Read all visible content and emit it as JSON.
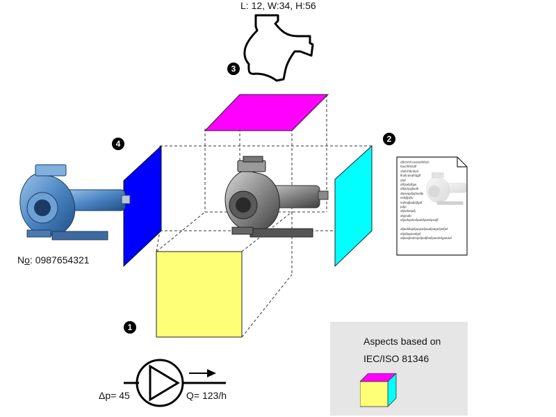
{
  "dimensions_label": "L: 12, W:34, H:56",
  "markers": {
    "one": "1",
    "two": "2",
    "three": "3",
    "four": "4"
  },
  "product_number": {
    "prefix": "N",
    "prefix_underlined": "o",
    "value": ": 0987654321"
  },
  "flow_labels": {
    "pressure": "Δp= 45",
    "flow": "Q= 123/h"
  },
  "aspects_box": {
    "line1": "Aspects based on",
    "line2": "IEC/ISO 81346"
  },
  "document_lines": [
    "dfhOOFHnshsfhfhdl",
    "fsacfhfshdlf",
    "ofafchfknfsaf",
    "fkiafcdsafsfgjff",
    "afaf",
    "drfjsafjdfgw",
    "afljsdyqjfwdh",
    "dlpwajafjajfwafjs",
    "sslkjfjsjfu",
    "sqfsajfjadjsjfgaf",
    "pdja",
    "afjsafasjafj",
    "afyjsafp",
    "afjsafajskrsfjadsfjadsfpsajff",
    "",
    "afjasklfajsfjaojsafjsaafjsagefjssfjsf",
    "afjafjsppsafgsf",
    "afjkasjfsafsojsfjsafjfasfjsaedsfgasdaf"
  ],
  "colors": {
    "top_face": "#ff00ff",
    "right_face": "#00ffff",
    "left_face": "#0000ff",
    "front_face": "#ffff77",
    "aspect_box_bg": "#e6e6e6"
  },
  "icons": {
    "pump_photo_left": "centrifugal-pump-photo",
    "pump_photo_center": "centrifugal-pump-photo",
    "pump_outline": "pump-outline-drawing",
    "document": "datasheet-document",
    "pump_symbol": "pump-process-symbol",
    "flow_arrow": "arrow-right"
  }
}
